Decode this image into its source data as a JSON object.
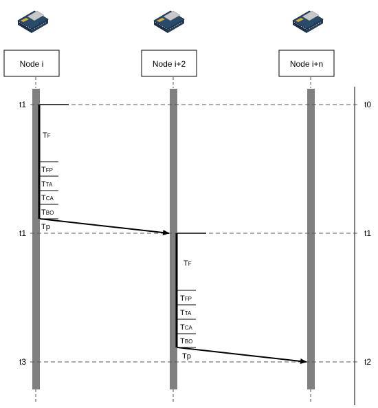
{
  "nodes": [
    {
      "label": "Node i",
      "icon": "sensor-board-icon"
    },
    {
      "label": "Node i+2",
      "icon": "sensor-board-icon"
    },
    {
      "label": "Node i+n",
      "icon": "sensor-board-icon"
    }
  ],
  "left_times": [
    "t1",
    "t1",
    "t3"
  ],
  "right_times": [
    "t0",
    "t1",
    "t2"
  ],
  "phases": {
    "tf_main": "T",
    "tf_sub": "F",
    "tfp_main": "T",
    "tfp_sub": "FP",
    "tta_main": "T",
    "tta_sub": "TA",
    "tca_main": "T",
    "tca_sub": "CA",
    "tbo_main": "T",
    "tbo_sub": "BO",
    "tp_label": "Tp"
  },
  "colors": {
    "lifeline": "#808080",
    "board": "#2a4a6a",
    "board_chip": "#c8c8c8",
    "line": "#000000",
    "dash": "#555555"
  }
}
